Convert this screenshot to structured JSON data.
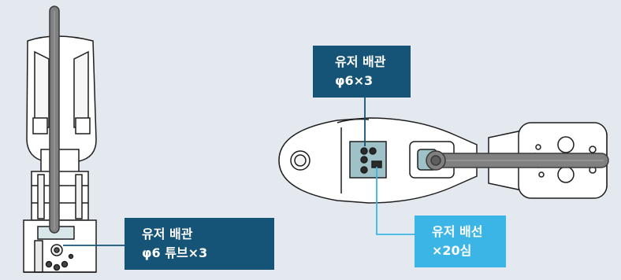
{
  "callouts": {
    "piping_front": {
      "line1": "유저 배관",
      "line2": "φ6 튜브×3"
    },
    "piping_top": {
      "line1": "유저 배관",
      "line2": "φ6×3"
    },
    "wiring_top": {
      "line1": "유저 배선",
      "line2": "×20심"
    }
  },
  "colors": {
    "background": "#e4e8ef",
    "callout_dark": "#155377",
    "callout_light": "#3bb5e6",
    "robot_body": "#ffffff",
    "robot_outline": "#1e1e1e",
    "robot_shaft": "#808080",
    "connector_panel": "#9fc2c8"
  }
}
